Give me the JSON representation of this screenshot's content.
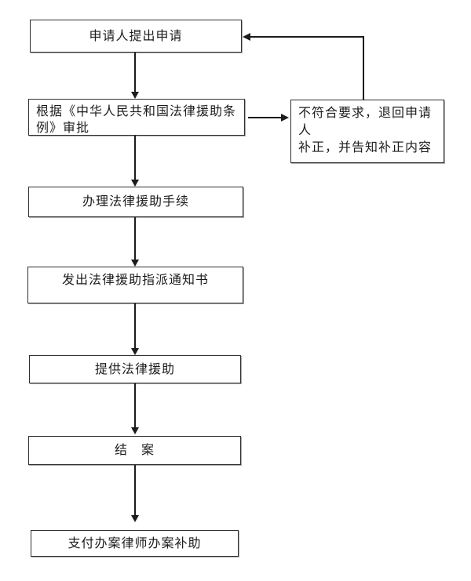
{
  "colors": {
    "background": "#ffffff",
    "box_border": "#2f2f2f",
    "box_shadow": "#a9a9a9",
    "text": "#1c1c1c",
    "arrow": "#1c1c1c"
  },
  "flowchart": {
    "nodes": {
      "apply": {
        "label": "申请人提出申请"
      },
      "review": {
        "label": "根据《中华人民共和国法律援助条例》审批",
        "lines": [
          "根据《中华人民共和国法律援助条",
          "例》审批"
        ]
      },
      "reject": {
        "label": "不符合要求，退回申请人补正，并告知补正内容",
        "lines": [
          "不符合要求，退回申请人",
          "补正，并告知补正内容"
        ]
      },
      "procedure": {
        "label": "办理法律援助手续"
      },
      "notice": {
        "label": "发出法律援助指派通知书"
      },
      "provide": {
        "label": "提供法律援助"
      },
      "close_case": {
        "label": "结　案"
      },
      "pay": {
        "label": "支付办案律师办案补助"
      }
    },
    "connections": [
      {
        "from": "apply",
        "to": "review",
        "type": "arrow-down"
      },
      {
        "from": "review",
        "to": "reject",
        "type": "arrow-right"
      },
      {
        "from": "reject",
        "to": "apply",
        "type": "arrow-up-left-feedback"
      },
      {
        "from": "review",
        "to": "procedure",
        "type": "arrow-down"
      },
      {
        "from": "procedure",
        "to": "notice",
        "type": "arrow-down"
      },
      {
        "from": "notice",
        "to": "provide",
        "type": "arrow-down"
      },
      {
        "from": "provide",
        "to": "close_case",
        "type": "arrow-down"
      },
      {
        "from": "close_case",
        "to": "pay",
        "type": "arrow-down"
      }
    ]
  }
}
